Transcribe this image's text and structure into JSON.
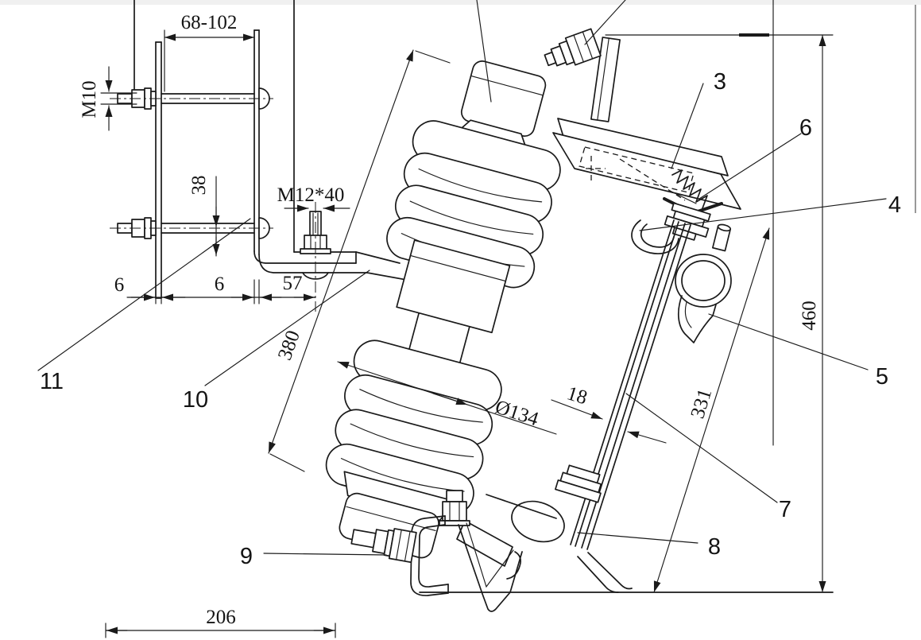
{
  "drawing": {
    "colors": {
      "background": "#ffffff",
      "line": "#1a1a1a",
      "text": "#141414"
    },
    "callouts": {
      "c3": "3",
      "c4": "4",
      "c5": "5",
      "c6": "6",
      "c7": "7",
      "c8": "8",
      "c9": "9",
      "c10": "10",
      "c11": "11"
    },
    "dimensions": {
      "bracket_slot_width": "68-102",
      "mounting_bolt": "M10",
      "bolt_foot_offset": "38",
      "plate_thickness_left": "6",
      "plate_thickness_right": "6",
      "bracket_depth": "57",
      "stud_spec": "M12*40",
      "insulator_length": "380",
      "shed_diameter": "Ø134",
      "tube_diameter": "18",
      "tube_length": "331",
      "overall_height": "460",
      "base_width": "206"
    }
  }
}
